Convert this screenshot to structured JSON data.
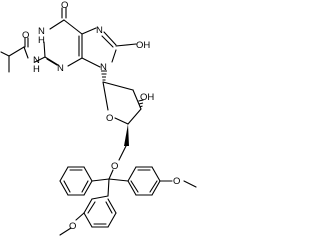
{
  "labels": {
    "carbonyl_o": "O",
    "amide_o": "O",
    "n1h": "N",
    "n1h_h": "H",
    "h_on_n1": "H",
    "n_amide": "N",
    "n_amide_h": "H",
    "n3": "N",
    "n7": "N",
    "n9": "N",
    "oh_8": "OH",
    "ring_o": "O",
    "oh_3": "OH",
    "o_5": "O",
    "ome_1": "O",
    "ome_2": "O"
  }
}
